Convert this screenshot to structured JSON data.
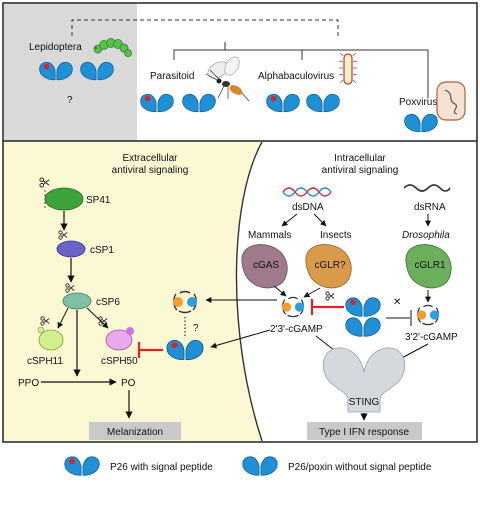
{
  "top": {
    "lepidoptera": "Lepidoptera",
    "question": "?",
    "parasitoid": "Parasitoid",
    "alphabaculovirus": "Alphabaculovirus",
    "poxvirus": "Poxvirus"
  },
  "extracellular": {
    "title_line1": "Extracellular",
    "title_line2": "antiviral signaling",
    "sp41": "SP41",
    "csp1": "cSP1",
    "csp6": "cSP6",
    "csph11": "cSPH11",
    "csph50": "cSPH50",
    "ppo": "PPO",
    "po": "PO",
    "question": "?",
    "output": "Melanization"
  },
  "intracellular": {
    "title_line1": "Intracellular",
    "title_line2": "antiviral signaling",
    "dsdna": "dsDNA",
    "dsrna": "dsRNA",
    "mammals": "Mammals",
    "insects": "Insects",
    "drosophila": "Drosophila",
    "cgas": "cGAS",
    "cglr": "cGLR?",
    "cglr1": "cGLR1",
    "cgamp23": "2'3'-cGAMP",
    "cgamp32": "3'2'-cGAMP",
    "sting": "STING",
    "output": "Type I IFN response",
    "cross": "✕"
  },
  "legend": {
    "with_signal": "P26 with signal peptide",
    "without_signal": "P26/poxin without signal peptide"
  },
  "colors": {
    "protein_blue": "#1f8fd6",
    "signal_red": "#d7262b",
    "top_grey": "#d9d9d9",
    "extra_yellow": "#fbf8d4",
    "sp41_green": "#3ea33c",
    "csp1_purple": "#6a63c9",
    "csp6_teal": "#7fbfa6",
    "csph11_lime": "#d4f08e",
    "csph50_pink": "#d46fe0",
    "cgas_mauve": "#9e7a8c",
    "cglr_orange": "#d99b4a",
    "cglr1_green": "#6bae5c",
    "sting_grey": "#d5d9de",
    "output_grey": "#c9c9c9",
    "inhibit_red": "#e32227"
  }
}
